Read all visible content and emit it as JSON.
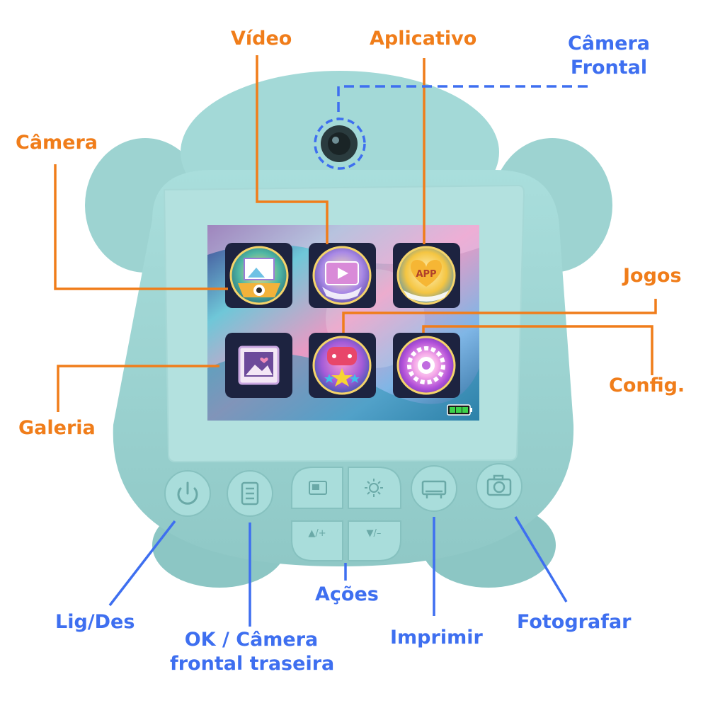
{
  "colors": {
    "callout_orange": "#f07d1a",
    "callout_blue": "#3e6ff0",
    "body": "#9ed4d2",
    "screen_frame": "#b3e1df"
  },
  "screen_labels": {
    "camera": "Câmera",
    "video": "Vídeo",
    "app": "Aplicativo",
    "games": "Jogos",
    "settings": "Config.",
    "gallery": "Galeria"
  },
  "hardware_labels": {
    "front_camera_line1": "Câmera",
    "front_camera_line2": "Frontal",
    "power": "Lig/Des",
    "ok_line1": "OK / Câmera",
    "ok_line2": "frontal traseira",
    "actions": "Ações",
    "print": "Imprimir",
    "photo": "Fotografar"
  },
  "screen": {
    "app_icon_text": "APP"
  },
  "dpad": {
    "up_label": "▲/+",
    "down_label": "▼/–"
  },
  "icons": {
    "camera_app": "camera-app-icon",
    "video_app": "video-app-icon",
    "app_store": "app-icon",
    "gallery_app": "gallery-app-icon",
    "games_app": "games-app-icon",
    "settings_app": "settings-app-icon",
    "battery": "battery-icon",
    "power_button": "power-icon",
    "menu_button": "menu-icon",
    "print_button": "printer-icon",
    "shutter_button": "camera-icon"
  }
}
